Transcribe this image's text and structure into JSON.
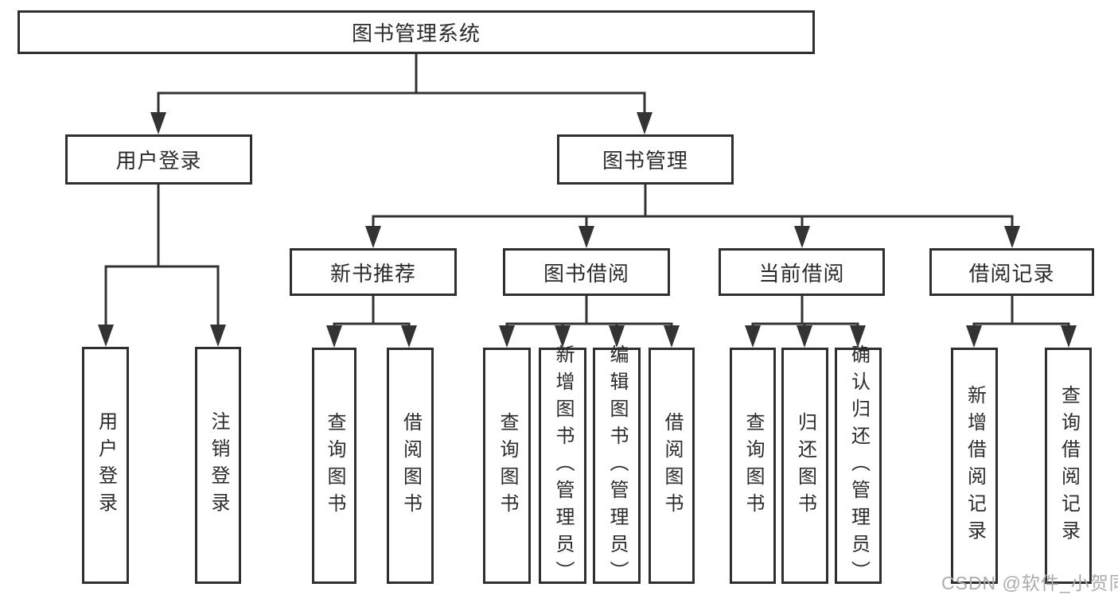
{
  "tree": {
    "label": "图书管理系统",
    "children": [
      {
        "label": "用户登录",
        "children": [
          {
            "label": "用户登录"
          },
          {
            "label": "注销登录"
          }
        ]
      },
      {
        "label": "图书管理",
        "children": [
          {
            "label": "新书推荐",
            "children": [
              {
                "label": "查询图书"
              },
              {
                "label": "借阅图书"
              }
            ]
          },
          {
            "label": "图书借阅",
            "children": [
              {
                "label": "查询图书"
              },
              {
                "label": "新增图书（管理员）"
              },
              {
                "label": "编辑图书（管理员）"
              },
              {
                "label": "借阅图书"
              }
            ]
          },
          {
            "label": "当前借阅",
            "children": [
              {
                "label": "查询图书"
              },
              {
                "label": "归还图书"
              },
              {
                "label": "确认归还（管理员）"
              }
            ]
          },
          {
            "label": "借阅记录",
            "children": [
              {
                "label": "新增借阅记录"
              },
              {
                "label": "查询借阅记录"
              }
            ]
          }
        ]
      }
    ]
  },
  "watermark": {
    "text": "CSDN @软件_小贺同学"
  },
  "colors": {
    "line": "#333333",
    "box_border": "#2f2f2f",
    "text": "#2b2b2b",
    "watermark": "#ababab",
    "background": "#ffffff"
  }
}
